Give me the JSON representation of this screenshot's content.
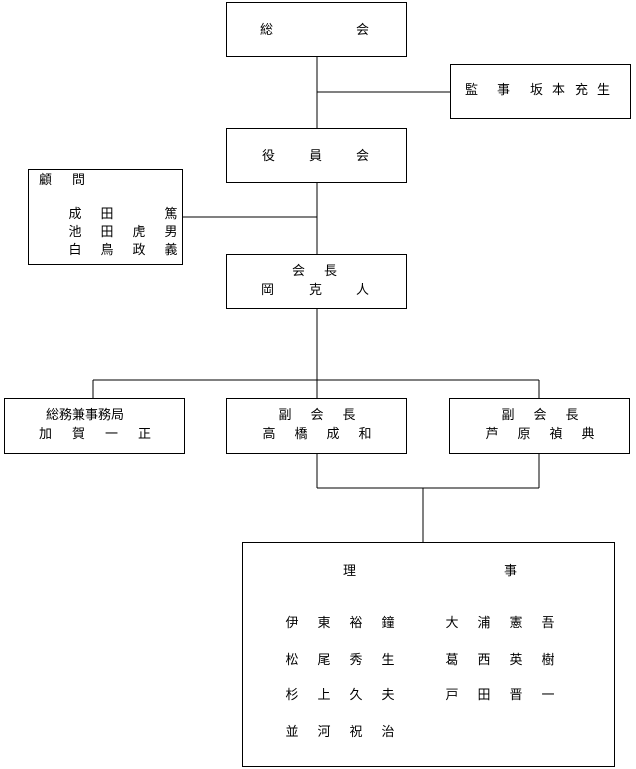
{
  "general_assembly": [
    "総",
    "会"
  ],
  "auditor": {
    "title": [
      "監",
      "事"
    ],
    "name": [
      "坂",
      "本",
      "充",
      "生"
    ]
  },
  "board": [
    "役",
    "員",
    "会"
  ],
  "advisors": {
    "title": [
      "顧",
      "問"
    ],
    "members": [
      [
        "成",
        "田",
        "",
        "篤"
      ],
      [
        "池",
        "田",
        "虎",
        "男"
      ],
      [
        "白",
        "鳥",
        "政",
        "義"
      ]
    ]
  },
  "president": {
    "title": [
      "会",
      "長"
    ],
    "name": [
      "岡",
      "克",
      "人"
    ]
  },
  "secretariat": {
    "title": "総務兼事務局",
    "name": [
      "加",
      "賀",
      "一",
      "正"
    ]
  },
  "vice_presidents": [
    {
      "title": [
        "副",
        "会",
        "長"
      ],
      "name": [
        "高",
        "橋",
        "成",
        "和"
      ]
    },
    {
      "title": [
        "副",
        "会",
        "長"
      ],
      "name": [
        "芦",
        "原",
        "禎",
        "典"
      ]
    }
  ],
  "directors": {
    "title": [
      "理",
      "事"
    ],
    "left": [
      [
        "伊",
        "東",
        "裕",
        "鐘"
      ],
      [
        "松",
        "尾",
        "秀",
        "生"
      ],
      [
        "杉",
        "上",
        "久",
        "夫"
      ],
      [
        "並",
        "河",
        "祝",
        "治"
      ]
    ],
    "right": [
      [
        "大",
        "浦",
        "憲",
        "吾"
      ],
      [
        "葛",
        "西",
        "英",
        "樹"
      ],
      [
        "戸",
        "田",
        "晋",
        "一"
      ]
    ]
  }
}
